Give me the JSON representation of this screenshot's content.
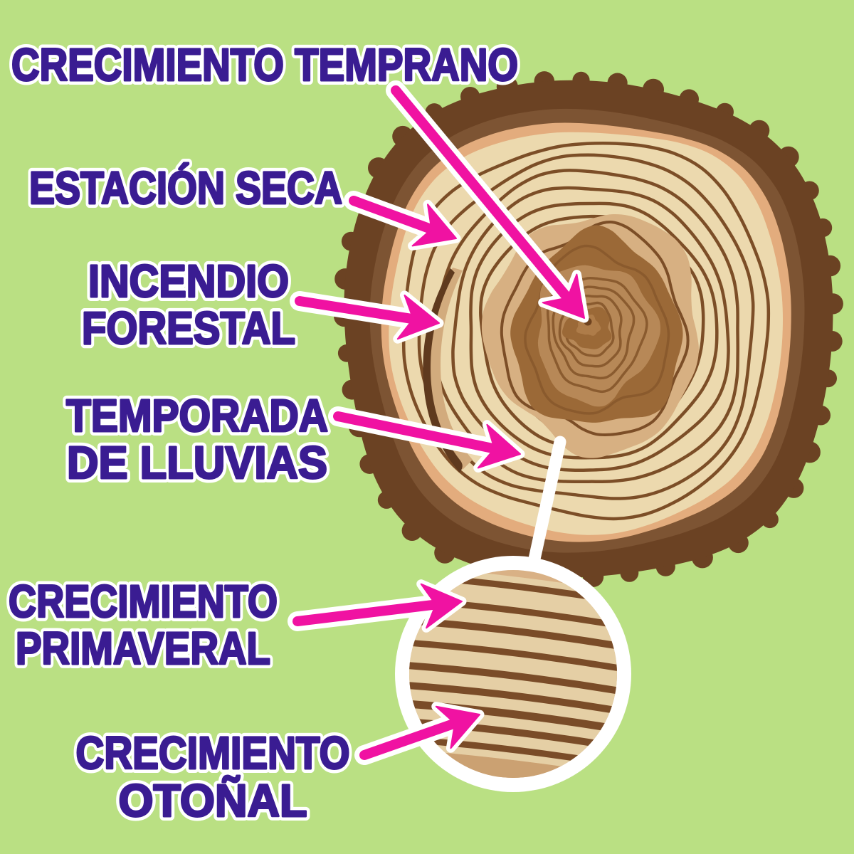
{
  "colors": {
    "bg": "#bae083",
    "label_text": "#3a1c92",
    "label_outline": "#ffffff",
    "arrow": "#f012a2",
    "arrow_outline": "#ffffff",
    "bark_dark": "#6b4223",
    "bark_mid": "#7d5433",
    "bark_inner_light": "#e3ac7d",
    "wood_light": "#ecd9ae",
    "ring_line": "#7c4e27",
    "scar_dark": "#5f3a1e",
    "scar_halo": "#d2ab7d",
    "heart_tan": "#d7b082",
    "heart_dark": "#9b6937",
    "heart_mid": "#b78857",
    "heart_core": "#ae7c49",
    "pith": "#6f431f",
    "inset_fill": "#e5cfa5",
    "inset_top_band": "#d9b185",
    "inset_bottom_band": "#cba172",
    "inset_line": "#7a4c28",
    "connector": "#ffffff"
  },
  "labels": [
    {
      "id": "crecimiento-temprano",
      "lines": [
        "CRECIMIENTO TEMPRANO"
      ]
    },
    {
      "id": "estacion-seca",
      "lines": [
        "ESTACIÓN SECA"
      ]
    },
    {
      "id": "incendio-forestal",
      "lines": [
        "INCENDIO",
        "FORESTAL"
      ]
    },
    {
      "id": "temporada-de-lluvias",
      "lines": [
        "TEMPORADA",
        "DE LLUVIAS"
      ]
    },
    {
      "id": "crecimiento-primaveral",
      "lines": [
        "CRECIMIENTO",
        "PRIMAVERAL"
      ]
    },
    {
      "id": "crecimiento-otonal",
      "lines": [
        "CRECIMIENTO",
        "OTOÑAL"
      ]
    }
  ]
}
